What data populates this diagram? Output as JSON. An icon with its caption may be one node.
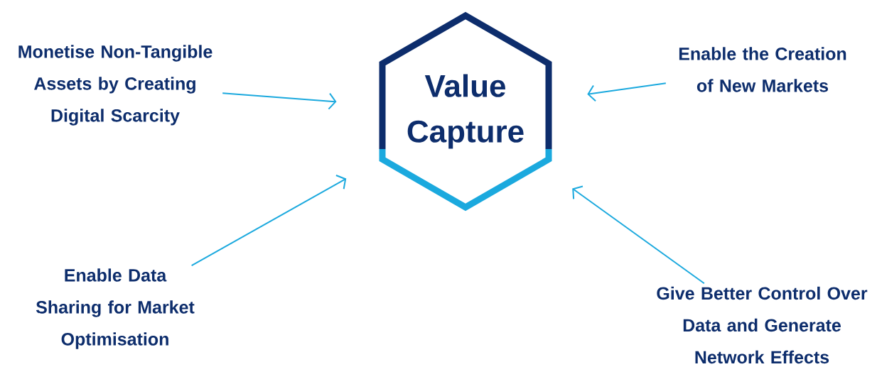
{
  "diagram": {
    "nodes": [
      {
        "text": [
          "Value Capture"
        ]
      },
      {
        "text": [
          "Monetise Non-Tangible Assets by Creating Digital Scarcity"
        ]
      },
      {
        "text": [
          "Enable the Creation of New Markets"
        ]
      },
      {
        "text": [
          "Enable Data Sharing for Market Optimisation"
        ]
      },
      {
        "text": [
          "Give Better Control Over Data and Generate Network Effects"
        ]
      }
    ],
    "edges": [
      {
        "from": 1,
        "to": 0,
        "arrow": "to"
      },
      {
        "from": 2,
        "to": 0,
        "arrow": "to"
      },
      {
        "from": 3,
        "to": 0,
        "arrow": "to"
      },
      {
        "from": 4,
        "to": 0,
        "arrow": "to"
      }
    ]
  }
}
